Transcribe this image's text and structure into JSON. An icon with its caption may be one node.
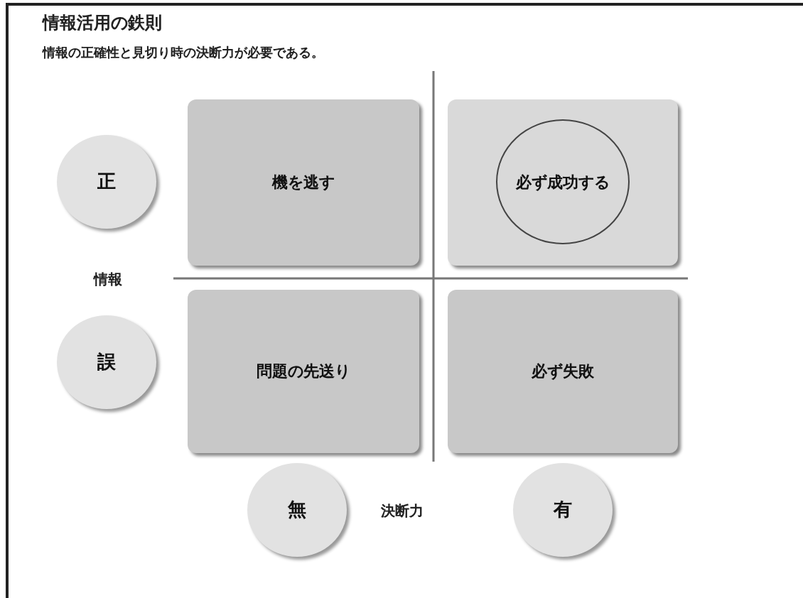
{
  "diagram": {
    "title": "情報活用の鉄則",
    "nodes": [
      {
        "text": [
          "正"
        ]
      },
      {
        "text": [
          "機を逃す"
        ]
      },
      {
        "text": [],
        "shape": "box"
      },
      {
        "text": [
          "必ず成功する"
        ],
        "in": 2
      },
      {
        "text": [
          "誤"
        ]
      },
      {
        "text": [
          "問題の先送り"
        ]
      },
      {
        "text": [
          "必ず失敗"
        ]
      },
      {
        "text": [
          "無"
        ]
      },
      {
        "text": [
          "有"
        ]
      }
    ],
    "labels": [
      "情報の正確性と見切り時の決断力が必要である。",
      "情報",
      "決断力"
    ]
  }
}
